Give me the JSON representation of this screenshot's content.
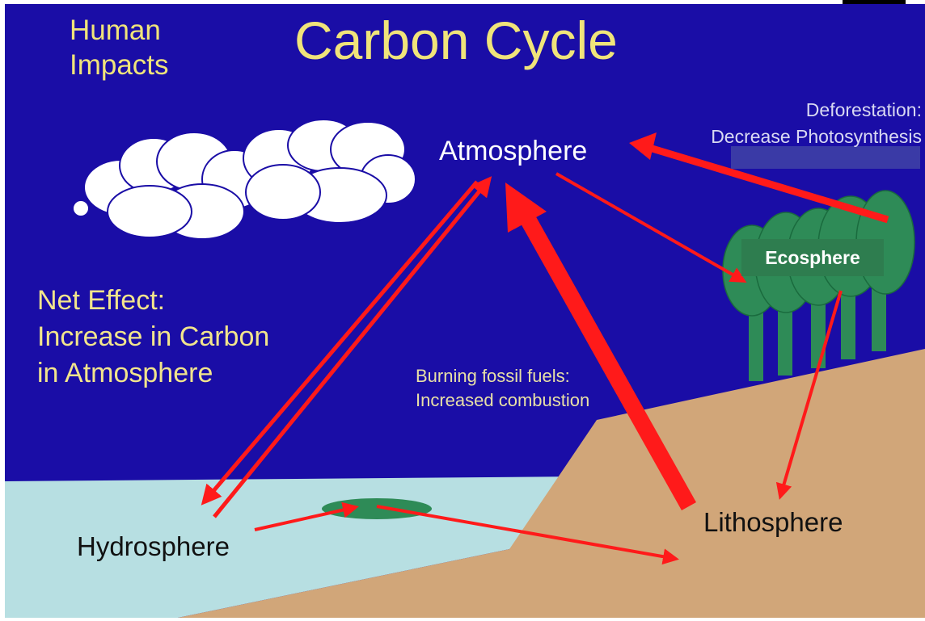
{
  "diagram": {
    "title": "Carbon Cycle",
    "subtitle": "Human\nImpacts",
    "nodes": {
      "atmosphere": "Atmosphere",
      "hydrosphere": "Hydrosphere",
      "lithosphere": "Lithosphere",
      "ecosphere": "Ecosphere"
    },
    "annotations": {
      "deforestation": "Deforestation:\nDecrease Photosynthesis",
      "burning": "Burning fossil fuels:\nIncreased combustion",
      "net_effect": "Net Effect:\nIncrease in Carbon\nin Atmosphere"
    },
    "colors": {
      "sky": "#1a0da6",
      "water": "#b7dfe2",
      "land": "#d1a679",
      "tree": "#2e8b57",
      "arrow": "#ff1a1a",
      "title_text": "#f0e47a",
      "ecosphere_box": "#2e7d4f"
    },
    "icons": [
      "cloud-icon",
      "tree-icon",
      "algae-icon"
    ]
  }
}
